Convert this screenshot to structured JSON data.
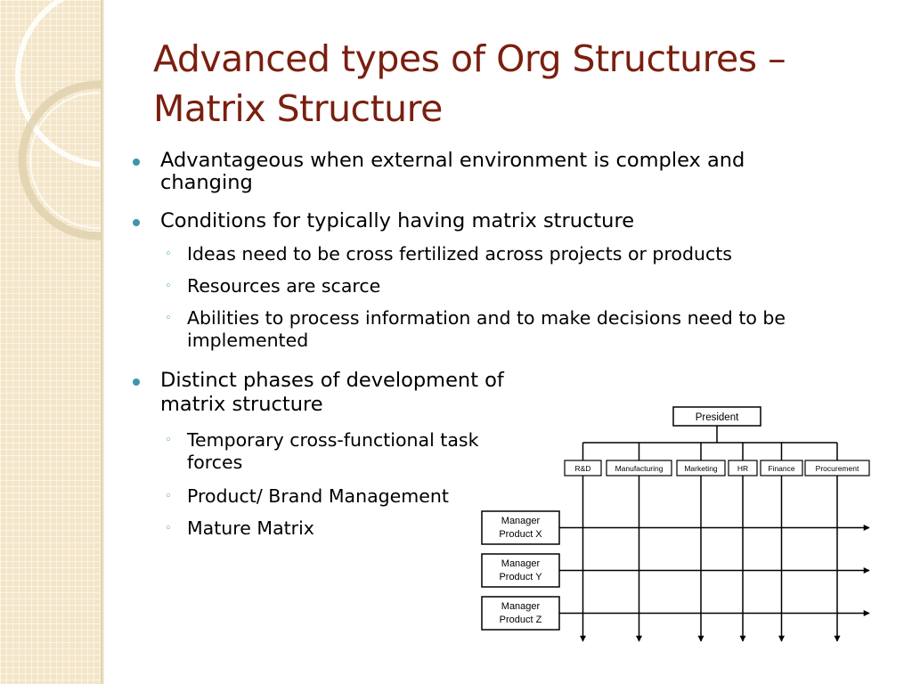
{
  "slide": {
    "title_lines": [
      "Advanced types of Org Structures –",
      "Matrix Structure"
    ],
    "bullets": [
      {
        "lines": [
          "Advantageous when external environment is complex and",
          "changing"
        ]
      },
      {
        "lines": [
          "Conditions for typically having matrix structure"
        ],
        "sub": [
          {
            "lines": [
              "Ideas need to be cross fertilized across projects or products"
            ]
          },
          {
            "lines": [
              "Resources are scarce"
            ]
          },
          {
            "lines": [
              "Abilities to process information and to make decisions need to be",
              "implemented"
            ]
          }
        ]
      },
      {
        "lines": [
          "Distinct phases of development of",
          "matrix structure"
        ],
        "sub": [
          {
            "lines": [
              "Temporary cross-functional task",
              "forces"
            ]
          },
          {
            "lines": [
              "Product/ Brand Management"
            ]
          },
          {
            "lines": [
              "Mature Matrix"
            ]
          }
        ]
      }
    ],
    "colors": {
      "title": "#7a1f0f",
      "bullet": "#3e94ab",
      "sidebar": "#f3e6c8"
    }
  },
  "diagram": {
    "top": "President",
    "departments": [
      "R&D",
      "Manufacturing",
      "Marketing",
      "HR",
      "Finance",
      "Procurement"
    ],
    "managers": [
      [
        "Manager",
        "Product X"
      ],
      [
        "Manager",
        "Product Y"
      ],
      [
        "Manager",
        "Product Z"
      ]
    ]
  }
}
